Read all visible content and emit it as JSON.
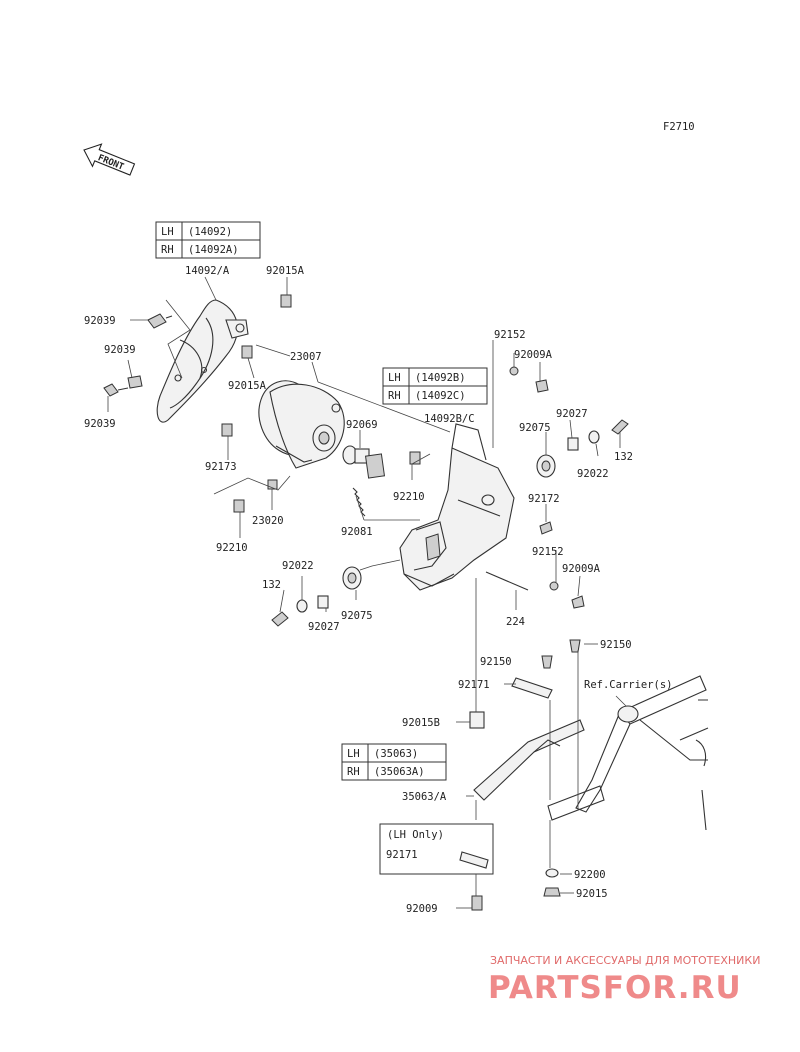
{
  "figure_code": "F2710",
  "front_label": "FRONT",
  "labels": {
    "p14092a": "14092/A",
    "p92015a_top": "92015A",
    "p92039_a": "92039",
    "p92039_b": "92039",
    "p92039_c": "92039",
    "p92015a_mid": "92015A",
    "p23007": "23007",
    "p92173": "92173",
    "p92069": "92069",
    "p92210_a": "92210",
    "p23020": "23020",
    "p92081": "92081",
    "p92210_b": "92210",
    "p14092bc": "14092B/C",
    "p92152_a": "92152",
    "p92009a_a": "92009A",
    "p92027_a": "92027",
    "p92075_a": "92075",
    "p132_a": "132",
    "p92022_a": "92022",
    "p92172": "92172",
    "p92152_b": "92152",
    "p92009a_b": "92009A",
    "p224": "224",
    "p92022_b": "92022",
    "p132_b": "132",
    "p92027_b": "92027",
    "p92075_b": "92075",
    "p92150_a": "92150",
    "p92150_b": "92150",
    "p92171_a": "92171",
    "p92015b": "92015B",
    "p35063a": "35063/A",
    "p92171_b": "92171",
    "p92009": "92009",
    "p92200": "92200",
    "p92015": "92015",
    "ref_carrier": "Ref.Carrier(s)"
  },
  "tables": {
    "t1": {
      "rows": [
        {
          "side": "LH",
          "part": "(14092)"
        },
        {
          "side": "RH",
          "part": "(14092A)"
        }
      ]
    },
    "t2": {
      "rows": [
        {
          "side": "LH",
          "part": "(14092B)"
        },
        {
          "side": "RH",
          "part": "(14092C)"
        }
      ]
    },
    "t3": {
      "rows": [
        {
          "side": "LH",
          "part": "(35063)"
        },
        {
          "side": "RH",
          "part": "(35063A)"
        }
      ]
    }
  },
  "lh_only": "(LH Only)",
  "watermark": {
    "tagline": "ЗАПЧАСТИ И АКСЕССУАРЫ ДЛЯ МОТОТЕХНИКИ",
    "logo": "PARTSFOR.RU"
  },
  "colors": {
    "ink": "#222222",
    "watermark": "#ef8a8a"
  }
}
